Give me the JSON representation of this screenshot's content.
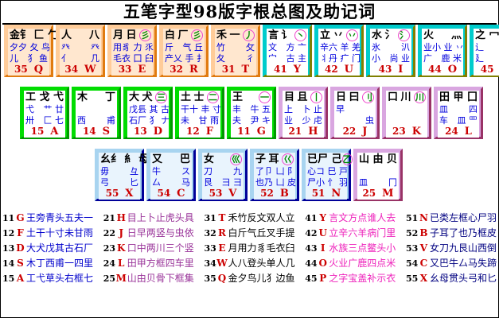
{
  "title": "五笔字型98版字根总图及助记词",
  "keyboard": {
    "rows": [
      {
        "name": "row-1",
        "keys": [
          {
            "key": "Q",
            "num": "35",
            "style": "k-or",
            "marker": "",
            "l1a": "金",
            "l1b": "钅 匚 勹",
            "l2a": "夕",
            "l2b": "夕 夂 鸟",
            "l3a": "儿",
            "l3b": "犭 鱼"
          },
          {
            "key": "W",
            "num": "34",
            "style": "k-or",
            "marker": "",
            "l1a": "人",
            "l1b": "八",
            "l2a": "癶",
            "l2b": "癶",
            "l3a": "亻",
            "l3b": "几"
          },
          {
            "key": "E",
            "num": "33",
            "style": "k-or",
            "marker": "彡",
            "l1a": "月",
            "l1b": "日",
            "l2a": "用",
            "l2b": "豸 力 乑",
            "l3a": "毛",
            "l3b": "衣 囗 臼"
          },
          {
            "key": "R",
            "num": "32",
            "style": "k-or",
            "marker": "彡",
            "l1a": "白",
            "l1b": "厂",
            "l2a": "斤",
            "l2b": "气 丘",
            "l3a": "产",
            "l3b": "乂 手 扌"
          },
          {
            "key": "T",
            "num": "31",
            "style": "k-or",
            "marker": "丿",
            "l1a": "禾",
            "l1b": "一",
            "l2a": "竹",
            "l2b": "攵",
            "l3a": "夂",
            "l3b": "彳"
          },
          {
            "key": "Y",
            "num": "41",
            "style": "k-cy",
            "marker": "丶",
            "l1a": "言",
            "l1b": "讠",
            "l2a": "文",
            "l2b": "方 亠",
            "l3a": "宀",
            "l3b": "古 主"
          },
          {
            "key": "U",
            "num": "42",
            "style": "k-cy",
            "marker": "丷",
            "l1a": "立",
            "l1b": "丷",
            "l2a": "辛",
            "l2b": "六 羊 羌",
            "l3a": "丬",
            "l3b": "丹 疒 门"
          },
          {
            "key": "I",
            "num": "43",
            "style": "k-cy",
            "marker": "氵",
            "l1a": "水",
            "l1b": "氵",
            "l2a": "氷",
            "l2b": "汃",
            "l3a": "小",
            "l3b": "尚 业"
          },
          {
            "key": "O",
            "num": "44",
            "style": "k-cy",
            "marker": "",
            "l1a": "火",
            "l1b": "灬",
            "l2a": "业",
            "l2b": "小 业 丷",
            "l3a": "广",
            "l3b": "鹿 米"
          },
          {
            "key": "P",
            "num": "45",
            "style": "k-cy",
            "marker": "",
            "l1a": "之",
            "l1b": "冖 宀",
            "l2a": "辶",
            "l2b": "礻",
            "l3a": "廴",
            "l3b": "衤"
          }
        ]
      },
      {
        "name": "row-2",
        "keys": [
          {
            "key": "A",
            "num": "15",
            "style": "k-gr",
            "marker": "",
            "l1a": "工",
            "l1b": "戈 弋",
            "l2a": "弋",
            "l2b": "艹 廿",
            "l3a": "卅",
            "l3b": "匚 七"
          },
          {
            "key": "S",
            "num": "14",
            "style": "k-gr",
            "marker": "",
            "l1a": "木",
            "l1b": "丁",
            "l2a": "",
            "l2b": "",
            "l3a": "西",
            "l3b": "甫"
          },
          {
            "key": "D",
            "num": "13",
            "style": "k-gr",
            "marker": "三",
            "l1a": "大",
            "l1b": "犬",
            "l2a": "戊",
            "l2b": "镸 其 古",
            "l3a": "石",
            "l3b": "厂 犭 ナ"
          },
          {
            "key": "F",
            "num": "12",
            "style": "k-gr",
            "marker": "二",
            "l1a": "土",
            "l1b": "士",
            "l2a": "干",
            "l2b": "十 丰 寸",
            "l3a": "未",
            "l3b": "甘 雨"
          },
          {
            "key": "G",
            "num": "11",
            "style": "k-gr",
            "marker": "一",
            "l1a": "王",
            "l1b": "",
            "l2a": "丰",
            "l2b": "牛 五",
            "l3a": "夫",
            "l3b": "尹 キ"
          },
          {
            "key": "H",
            "num": "21",
            "style": "k-pu",
            "marker": "丨",
            "l1a": "目",
            "l1b": "且",
            "l2a": "上",
            "l2b": "卜 止",
            "l3a": "业",
            "l3b": "少 虍"
          },
          {
            "key": "J",
            "num": "22",
            "style": "k-pu",
            "marker": "刂",
            "l1a": "日",
            "l1b": "曰",
            "l2a": "早",
            "l2b": "",
            "l3a": "",
            "l3b": "虫"
          },
          {
            "key": "K",
            "num": "23",
            "style": "k-pu",
            "marker": "川",
            "l1a": "口",
            "l1b": "川",
            "l2a": "",
            "l2b": "",
            "l3a": "",
            "l3b": ""
          },
          {
            "key": "L",
            "num": "24",
            "style": "k-pu",
            "marker": "",
            "l1a": "田",
            "l1b": "甲 囗",
            "l2a": "皿",
            "l2b": "四",
            "l3a": "车",
            "l3b": "皿 罒"
          }
        ]
      },
      {
        "name": "row-3",
        "keys": [
          {
            "key": "X",
            "num": "55",
            "style": "k-bl",
            "marker": "",
            "l1a": "幺",
            "l1b": "纟 糹 母",
            "l2a": "毋",
            "l2b": "彑",
            "l3a": "弓",
            "l3b": "匕"
          },
          {
            "key": "C",
            "num": "54",
            "style": "k-bl",
            "marker": "",
            "l1a": "又",
            "l1b": "巴",
            "l2a": "牛",
            "l2b": "ス",
            "l3a": "厶",
            "l3b": "马"
          },
          {
            "key": "V",
            "num": "53",
            "style": "k-bl",
            "marker": "巛",
            "l1a": "女",
            "l1b": "",
            "l2a": "刀",
            "l2b": "九",
            "l3a": "艮",
            "l3b": "彐 彐"
          },
          {
            "key": "B",
            "num": "52",
            "style": "k-bl",
            "marker": "巜",
            "l1a": "子",
            "l1b": "耳",
            "l2a": "了",
            "l2b": "卩 凵 阝",
            "l3a": "也",
            "l3b": "乃 凵 皮"
          },
          {
            "key": "N",
            "num": "51",
            "style": "k-bl",
            "marker": "乙",
            "l1a": "已",
            "l1b": "尸 己",
            "l2a": "心",
            "l2b": "コ 巳 戸",
            "l3a": "尸",
            "l3b": "小 忄 羽"
          },
          {
            "key": "M",
            "num": "25",
            "style": "k-pu",
            "marker": "",
            "l1a": "山",
            "l1b": "由 贝",
            "l2a": "",
            "l2b": "",
            "l3a": "皿",
            "l3b": "冂"
          }
        ]
      }
    ]
  },
  "mnemonics": {
    "columns": [
      {
        "color": "c-blue",
        "rows": [
          {
            "num": "11",
            "key": "G",
            "text": "王旁青头五夫一"
          },
          {
            "num": "12",
            "key": "F",
            "text": "土干十寸未甘雨"
          },
          {
            "num": "13",
            "key": "D",
            "text": "大犬戊其古石厂"
          },
          {
            "num": "14",
            "key": "S",
            "text": "木丁西甫一四里"
          },
          {
            "num": "15",
            "key": "A",
            "text": "工弋草头右框七"
          }
        ]
      },
      {
        "color": "c-purple",
        "rows": [
          {
            "num": "21",
            "key": "H",
            "text": "目上卜止虎头具"
          },
          {
            "num": "22",
            "key": "J",
            "text": "日早两竖与虫依"
          },
          {
            "num": "23",
            "key": "K",
            "text": "口中两川三个竖"
          },
          {
            "num": "24",
            "key": "L",
            "text": "田甲方框四车里"
          },
          {
            "num": "25",
            "key": "M",
            "text": "山由贝骨下框集"
          }
        ]
      },
      {
        "color": "c-black",
        "rows": [
          {
            "num": "31",
            "key": "T",
            "text": "禾竹反文双人立"
          },
          {
            "num": "32",
            "key": "R",
            "text": "白斤气丘叉手提"
          },
          {
            "num": "33",
            "key": "E",
            "text": "月用力豸毛衣臼"
          },
          {
            "num": "34",
            "key": "W",
            "text": "人八登头单人几"
          },
          {
            "num": "35",
            "key": "Q",
            "text": "金夕鸟儿犭边鱼"
          }
        ]
      },
      {
        "color": "c-pink",
        "rows": [
          {
            "num": "41",
            "key": "Y",
            "text": "言文方点谁人去"
          },
          {
            "num": "42",
            "key": "U",
            "text": "立辛六羊病门里"
          },
          {
            "num": "43",
            "key": "I",
            "text": "水族三点鳖头小"
          },
          {
            "num": "44",
            "key": "O",
            "text": "火业广鹿四点米"
          },
          {
            "num": "45",
            "key": "P",
            "text": "之字宝盖补示衣"
          }
        ]
      },
      {
        "color": "c-navy",
        "rows": [
          {
            "num": "51",
            "key": "N",
            "text": "已类左框心尸羽"
          },
          {
            "num": "52",
            "key": "B",
            "text": "子耳了也乃框皮"
          },
          {
            "num": "53",
            "key": "V",
            "text": "女刀九艮山西倒"
          },
          {
            "num": "54",
            "key": "C",
            "text": "又巴牛厶马失蹄"
          },
          {
            "num": "55",
            "key": "X",
            "text": "幺母贯头弓和匕"
          }
        ]
      }
    ]
  }
}
